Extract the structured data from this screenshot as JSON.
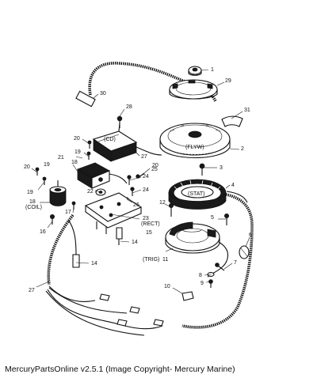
{
  "caption": "MercuryPartsOnline v2.5.1 (Image Copyright- Mercury Marine)",
  "component_labels": {
    "cd": "(CD)",
    "flyw": "(FLYW)",
    "stat": "(STAT)",
    "rect": "(RECT)",
    "coil": "(COIL)",
    "trig": "(TRIG)"
  },
  "callouts": [
    {
      "id": "c1",
      "text": "1"
    },
    {
      "id": "c2",
      "text": "2"
    },
    {
      "id": "c3",
      "text": "3"
    },
    {
      "id": "c4",
      "text": "4"
    },
    {
      "id": "c5",
      "text": "5"
    },
    {
      "id": "c6",
      "text": "6"
    },
    {
      "id": "c7",
      "text": "7"
    },
    {
      "id": "c8",
      "text": "8"
    },
    {
      "id": "c9",
      "text": "9"
    },
    {
      "id": "c10",
      "text": "10"
    },
    {
      "id": "c11",
      "text": "11"
    },
    {
      "id": "c12",
      "text": "12"
    },
    {
      "id": "c14a",
      "text": "14"
    },
    {
      "id": "c14b",
      "text": "14"
    },
    {
      "id": "c15",
      "text": "15"
    },
    {
      "id": "c16",
      "text": "16"
    },
    {
      "id": "c17",
      "text": "17"
    },
    {
      "id": "c18",
      "text": "18"
    },
    {
      "id": "c18b",
      "text": "18"
    },
    {
      "id": "c19a",
      "text": "19"
    },
    {
      "id": "c19b",
      "text": "19"
    },
    {
      "id": "c19c",
      "text": "19"
    },
    {
      "id": "c20a",
      "text": "20"
    },
    {
      "id": "c20b",
      "text": "20"
    },
    {
      "id": "c20c",
      "text": "20"
    },
    {
      "id": "c21",
      "text": "21"
    },
    {
      "id": "c22",
      "text": "22"
    },
    {
      "id": "c23",
      "text": "23"
    },
    {
      "id": "c24a",
      "text": "24"
    },
    {
      "id": "c24b",
      "text": "24"
    },
    {
      "id": "c25",
      "text": "25"
    },
    {
      "id": "c26",
      "text": "26"
    },
    {
      "id": "c27a",
      "text": "27"
    },
    {
      "id": "c27b",
      "text": "27"
    },
    {
      "id": "c28",
      "text": "28"
    },
    {
      "id": "c29",
      "text": "29"
    },
    {
      "id": "c30",
      "text": "30"
    },
    {
      "id": "c31",
      "text": "31"
    }
  ]
}
